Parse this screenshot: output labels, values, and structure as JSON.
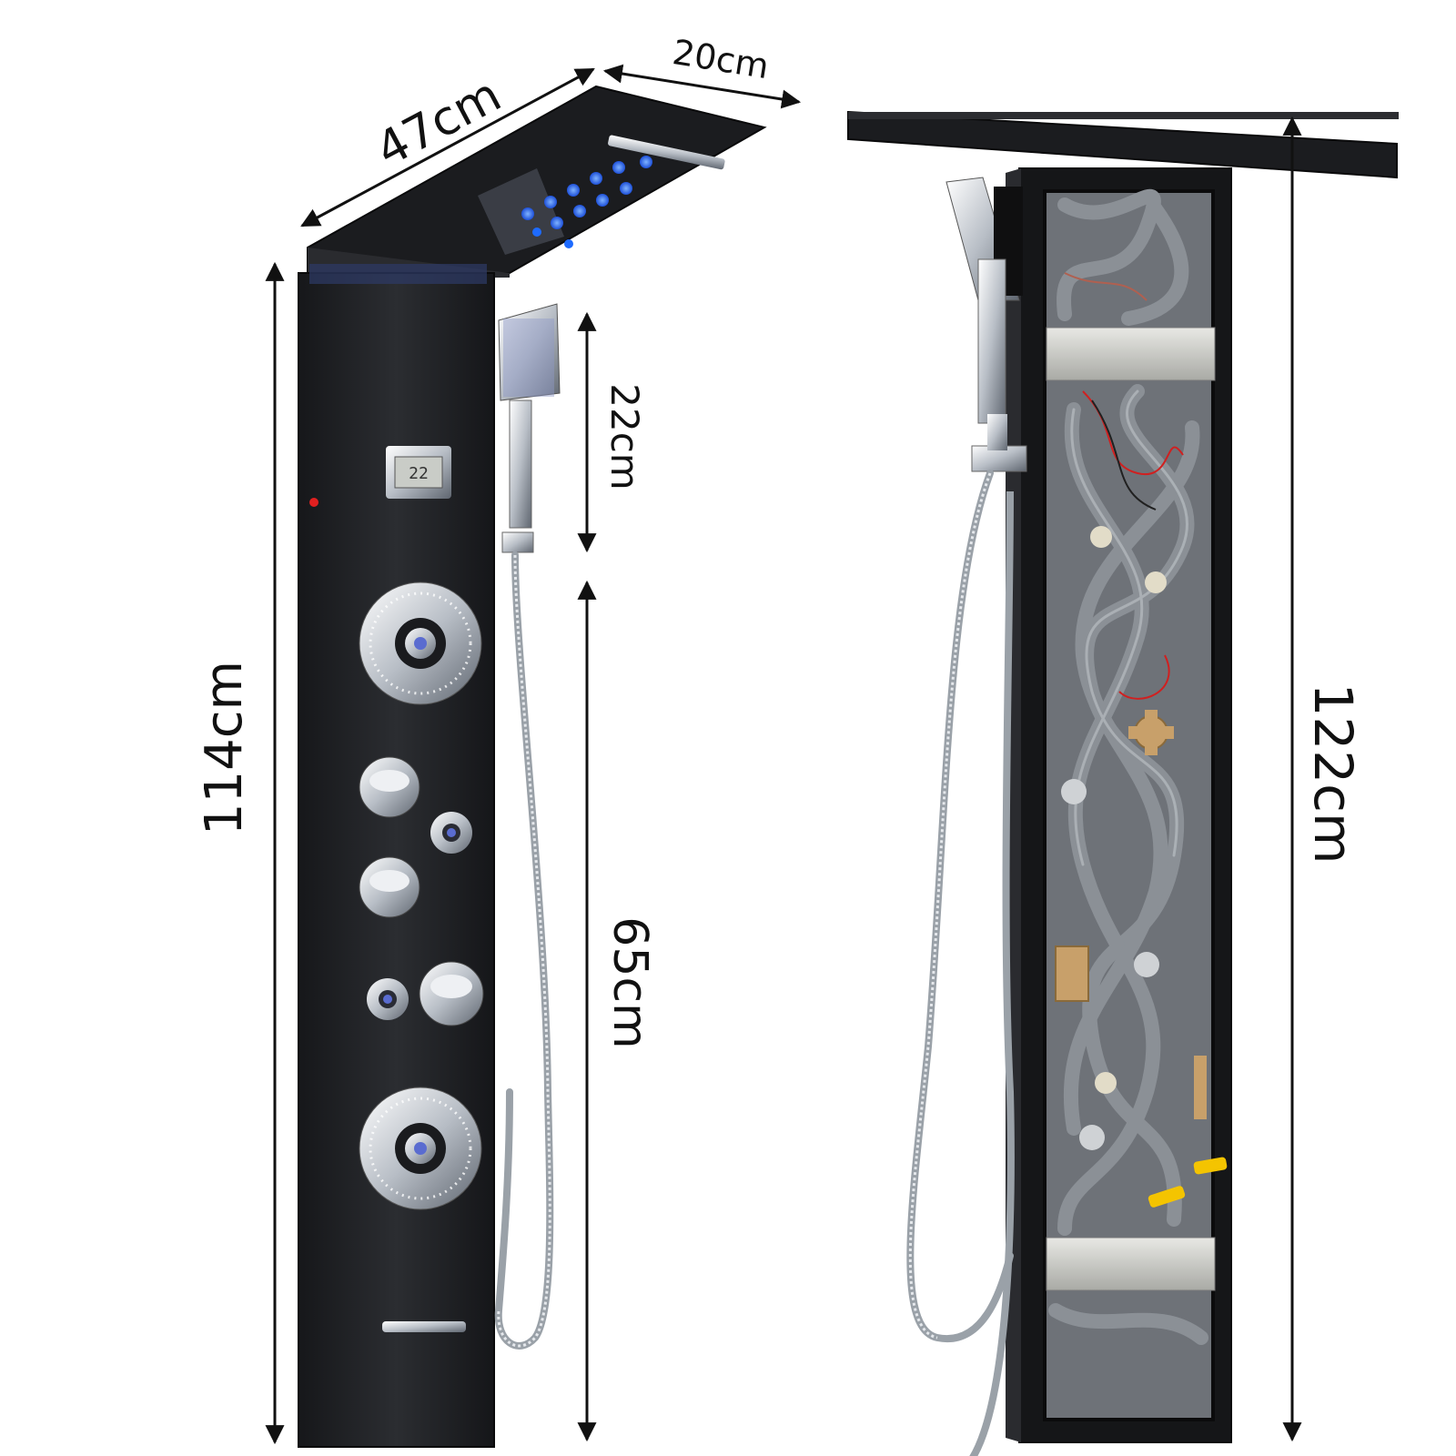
{
  "dimensions": {
    "width_top": "47cm",
    "depth_top": "20cm",
    "total_height_front": "114cm",
    "handheld_length": "22cm",
    "hose_height": "65cm",
    "total_height_back": "122cm"
  },
  "display": {
    "reading": "22"
  },
  "colors": {
    "panel": "#1e1f22",
    "panel_edge": "#0d0d0f",
    "chrome": "#d9dde2",
    "chrome_dark": "#7d8590",
    "led_blue": "#1e6bff",
    "hose_grey": "#8b9096",
    "brass": "#c8a06a",
    "valve_yellow": "#f4c400",
    "ink": "#111111"
  },
  "icons": {
    "arrow": "double-headed-arrow"
  }
}
